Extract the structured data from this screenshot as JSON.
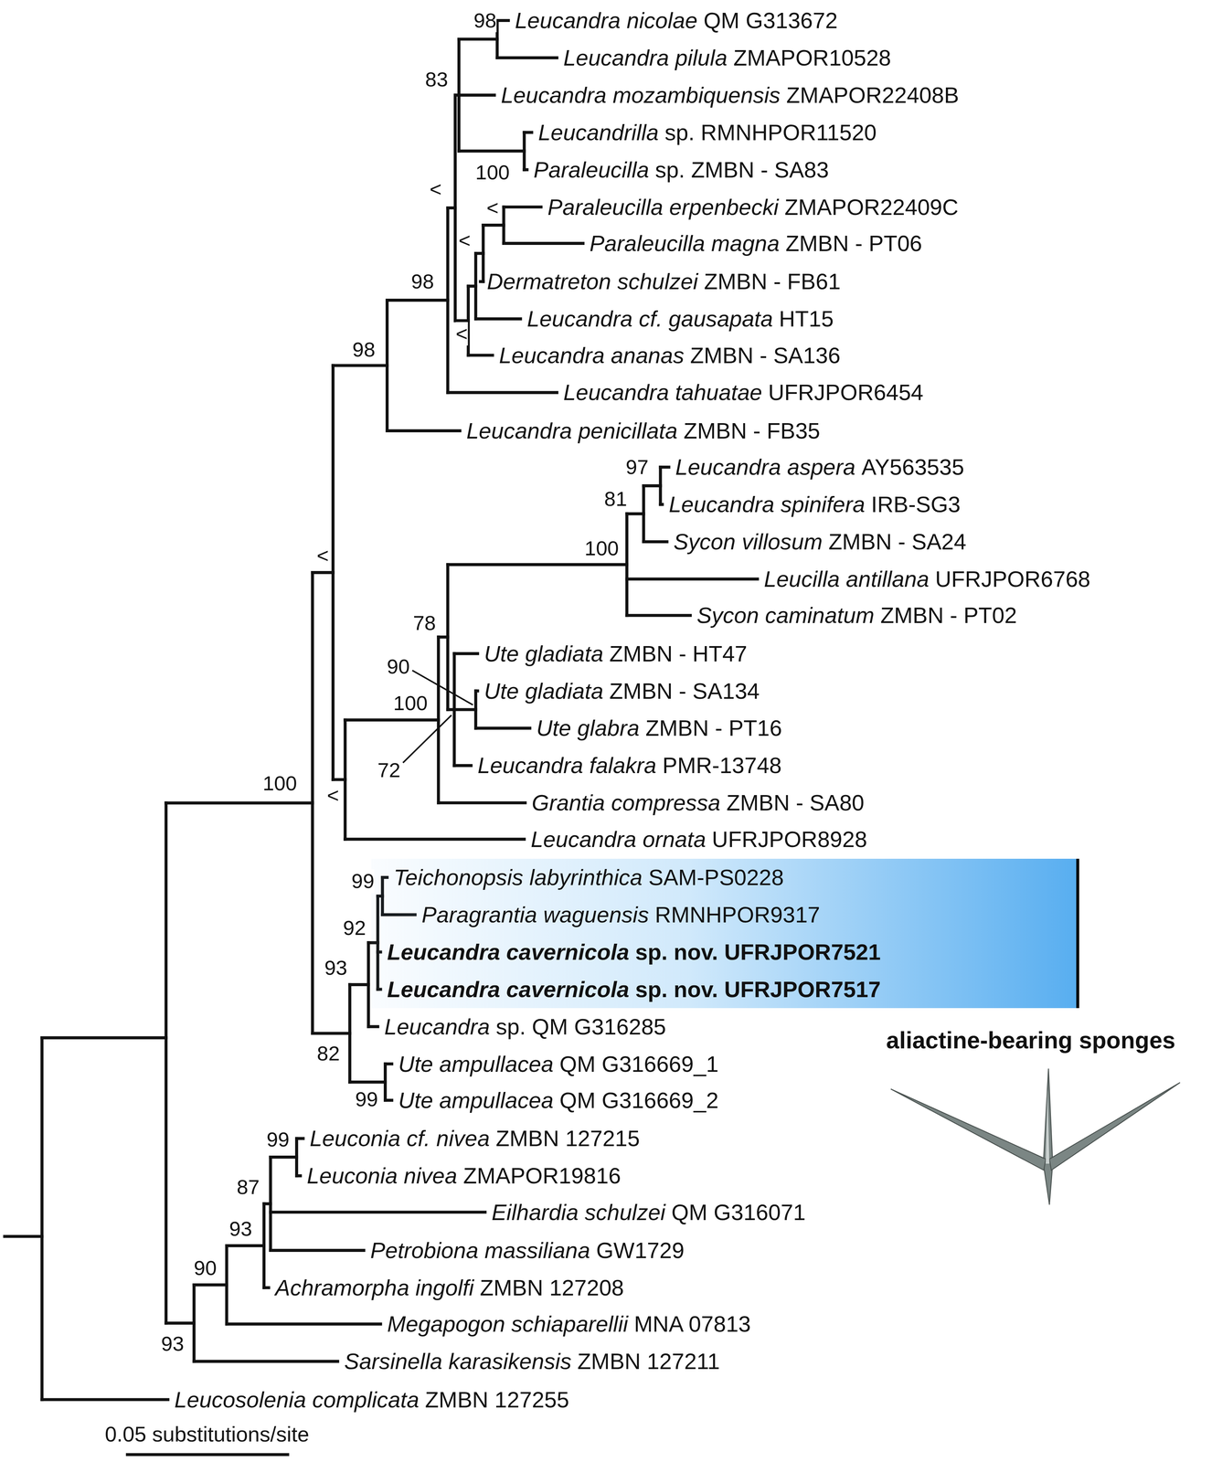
{
  "diagram": {
    "nodes": [
      {
        "text": [
          "Teichonopsis labyrinthica",
          "SAM-PS0228",
          "Paragrantia waguensis",
          "RMNHPOR9317",
          "Leucandra cavernicola",
          "sp. nov. UFRJPOR7521",
          "Leucandra cavernicola",
          "sp. nov. UFRJPOR7517"
        ]
      }
    ],
    "labels": [
      "Leucandra nicolae",
      "QM G313672",
      "Leucandra pilula",
      "ZMAPOR10528",
      "Leucandra mozambiquensis",
      "ZMAPOR22408B",
      "Leucandrilla",
      "sp. RMNHPOR11520",
      "Paraleucilla",
      "sp. ZMBN - SA83",
      "Paraleucilla erpenbecki",
      "ZMAPOR22409C",
      "Paraleucilla magna",
      "ZMBN - PT06",
      "Dermatreton schulzei",
      "ZMBN - FB61",
      "Leucandra cf. gausapata",
      "HT15",
      "Leucandra ananas",
      "ZMBN - SA136",
      "Leucandra tahuatae",
      "UFRJPOR6454",
      "Leucandra penicillata",
      "ZMBN - FB35",
      "Leucandra aspera",
      "AY563535",
      "Leucandra spinifera",
      "IRB-SG3",
      "Sycon villosum",
      "ZMBN - SA24",
      "Leucilla antillana",
      "UFRJPOR6768",
      "Sycon caminatum",
      "ZMBN - PT02",
      "Ute gladiata",
      "ZMBN - HT47",
      "Ute gladiata",
      "ZMBN - SA134",
      "Ute glabra",
      "ZMBN - PT16",
      "Leucandra falakra",
      "PMR-13748",
      "Grantia compressa",
      "ZMBN - SA80",
      "Leucandra ornata",
      "UFRJPOR8928",
      "Leucandra",
      "sp. QM G316285",
      "Ute ampullacea",
      "QM G316669_1",
      "Ute ampullacea",
      "QM G316669_2",
      "Leuconia cf. nivea",
      "ZMBN 127215",
      "Leuconia nivea",
      "ZMAPOR19816",
      "Eilhardia schulzei",
      "QM G316071",
      "Petrobiona massiliana",
      "GW1729",
      "Achramorpha ingolfi",
      "ZMBN 127208",
      "Megapogon schiaparellii",
      "MNA 07813",
      "Sarsinella karasikensis",
      "ZMBN 127211",
      "Leucosolenia complicata",
      "ZMBN 127255",
      "98",
      "83",
      "100",
      "<",
      "<",
      "<",
      "98",
      "<",
      "98",
      "<",
      "97",
      "81",
      "100",
      "78",
      "90",
      "100",
      "72",
      "100",
      "<",
      "99",
      "92",
      "93",
      "82",
      "99",
      "99",
      "87",
      "93",
      "90",
      "93",
      "aliactine-bearing sponges",
      "0.05 substitutions/site"
    ]
  }
}
